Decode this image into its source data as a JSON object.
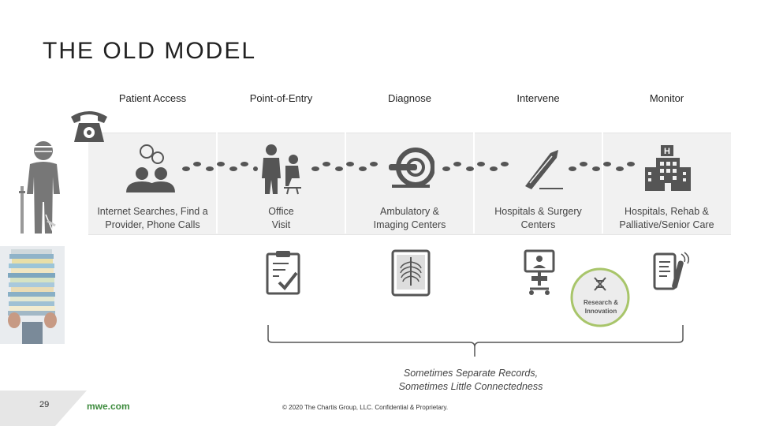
{
  "title": "THE OLD MODEL",
  "columns": [
    {
      "heading": "Patient Access",
      "label_line1": "Internet Searches, Find a",
      "label_line2": "Provider, Phone Calls"
    },
    {
      "heading": "Point-of-Entry",
      "label_line1": "Office",
      "label_line2": "Visit"
    },
    {
      "heading": "Diagnose",
      "label_line1": "Ambulatory &",
      "label_line2": "Imaging Centers"
    },
    {
      "heading": "Intervene",
      "label_line1": "Hospitals & Surgery",
      "label_line2": "Centers"
    },
    {
      "heading": "Monitor",
      "label_line1": "Hospitals, Rehab &",
      "label_line2": "Palliative/Senior Care"
    }
  ],
  "research": {
    "line1": "Research &",
    "line2": "Innovation"
  },
  "caption": {
    "line1": "Sometimes Separate Records,",
    "line2": "Sometimes Little Connectedness"
  },
  "footer": {
    "page_number": "29",
    "site": "mwe.com",
    "copyright": "© 2020 The Chartis Group, LLC. Confidential & Proprietary."
  },
  "colors": {
    "icon_gray": "#555555",
    "band": "#f1f1f1",
    "accent_green": "#3d8b3d",
    "research_ring": "#a8c56a"
  }
}
